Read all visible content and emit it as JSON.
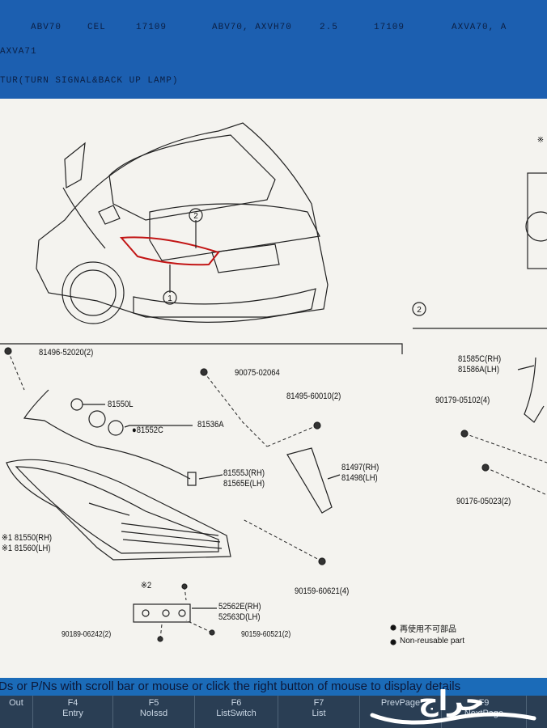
{
  "header": {
    "row1": [
      "ABV70",
      "CEL",
      "17109",
      "ABV70, AXVH70",
      "2.5",
      "17109",
      "AXVA70, A"
    ],
    "row2": "AXVA71",
    "row3": "TUR(TURN SIGNAL&BACK UP LAMP)"
  },
  "diagram": {
    "callouts": [
      "2",
      "1",
      "2",
      "※"
    ],
    "labels": {
      "p81496_52020": "81496-52020(2)",
      "p90075_02064": "90075-02064",
      "p81550l": "81550L",
      "p81495_60010": "81495-60010(2)",
      "p81552c": "●81552C",
      "p81536a": "81536A",
      "p81555j": "81555J(RH)",
      "p81565e": "81565E(LH)",
      "p81497": "81497(RH)",
      "p81498": "81498(LH)",
      "p81550rh": "※1 81550(RH)",
      "p81560lh": "※1 81560(LH)",
      "pmark2": "※2",
      "p90159_60621_4": "90159-60621(4)",
      "p52562e": "52562E(RH)",
      "p52563d": "52563D(LH)",
      "p90189_06242": "90189-06242(2)",
      "p90159_60521": "90159-60521(2)",
      "p81585c": "81585C(RH)",
      "p81586a": "81586A(LH)",
      "p90179_05102": "90179-05102(4)",
      "p90176_05023": "90176-05023(2)"
    },
    "legend": {
      "reusable_cn": "再使用不可部品",
      "non_reusable": "Non-reusable part"
    }
  },
  "status": {
    "text": "Ds or P/Ns with scroll bar or mouse or click the right button of mouse to display details"
  },
  "fkeys": [
    {
      "key": "",
      "label": "Out"
    },
    {
      "key": "F4",
      "label": "Entry"
    },
    {
      "key": "F5",
      "label": "NoIssd"
    },
    {
      "key": "F6",
      "label": "ListSwitch"
    },
    {
      "key": "F7",
      "label": "List"
    },
    {
      "key": "",
      "label": "PrevPage"
    },
    {
      "key": "F9",
      "label": "NextPage"
    }
  ],
  "watermark": {
    "text": "حراج"
  },
  "colors": {
    "header_bg": "#1c5fb0",
    "status_bg": "#1b6bb8",
    "fkey_bg": "#2a3e54",
    "paper": "#f4f3ef"
  }
}
